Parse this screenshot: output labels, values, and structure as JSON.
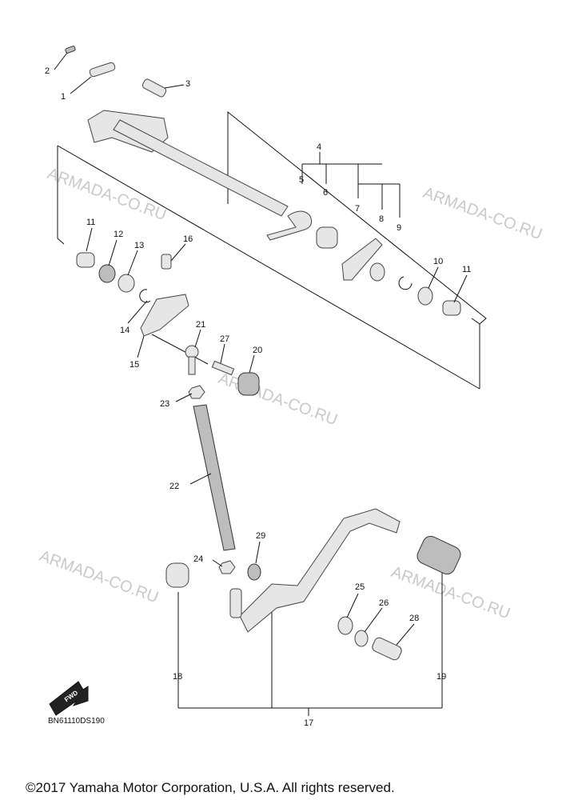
{
  "callouts": [
    {
      "n": "1"
    },
    {
      "n": "2"
    },
    {
      "n": "3"
    },
    {
      "n": "4"
    },
    {
      "n": "5"
    },
    {
      "n": "6"
    },
    {
      "n": "7"
    },
    {
      "n": "8"
    },
    {
      "n": "9"
    },
    {
      "n": "10"
    },
    {
      "n": "11"
    },
    {
      "n": "11"
    },
    {
      "n": "12"
    },
    {
      "n": "13"
    },
    {
      "n": "14"
    },
    {
      "n": "15"
    },
    {
      "n": "16"
    },
    {
      "n": "17"
    },
    {
      "n": "18"
    },
    {
      "n": "19"
    },
    {
      "n": "20"
    },
    {
      "n": "21"
    },
    {
      "n": "22"
    },
    {
      "n": "23"
    },
    {
      "n": "24"
    },
    {
      "n": "25"
    },
    {
      "n": "26"
    },
    {
      "n": "27"
    },
    {
      "n": "28"
    },
    {
      "n": "29"
    }
  ],
  "watermark": "ARMADA-CO.RU",
  "diagram_code": "BN61110DS190",
  "fwd_label": "FWD",
  "copyright": "©2017 Yamaha Motor Corporation, U.S.A. All rights reserved."
}
